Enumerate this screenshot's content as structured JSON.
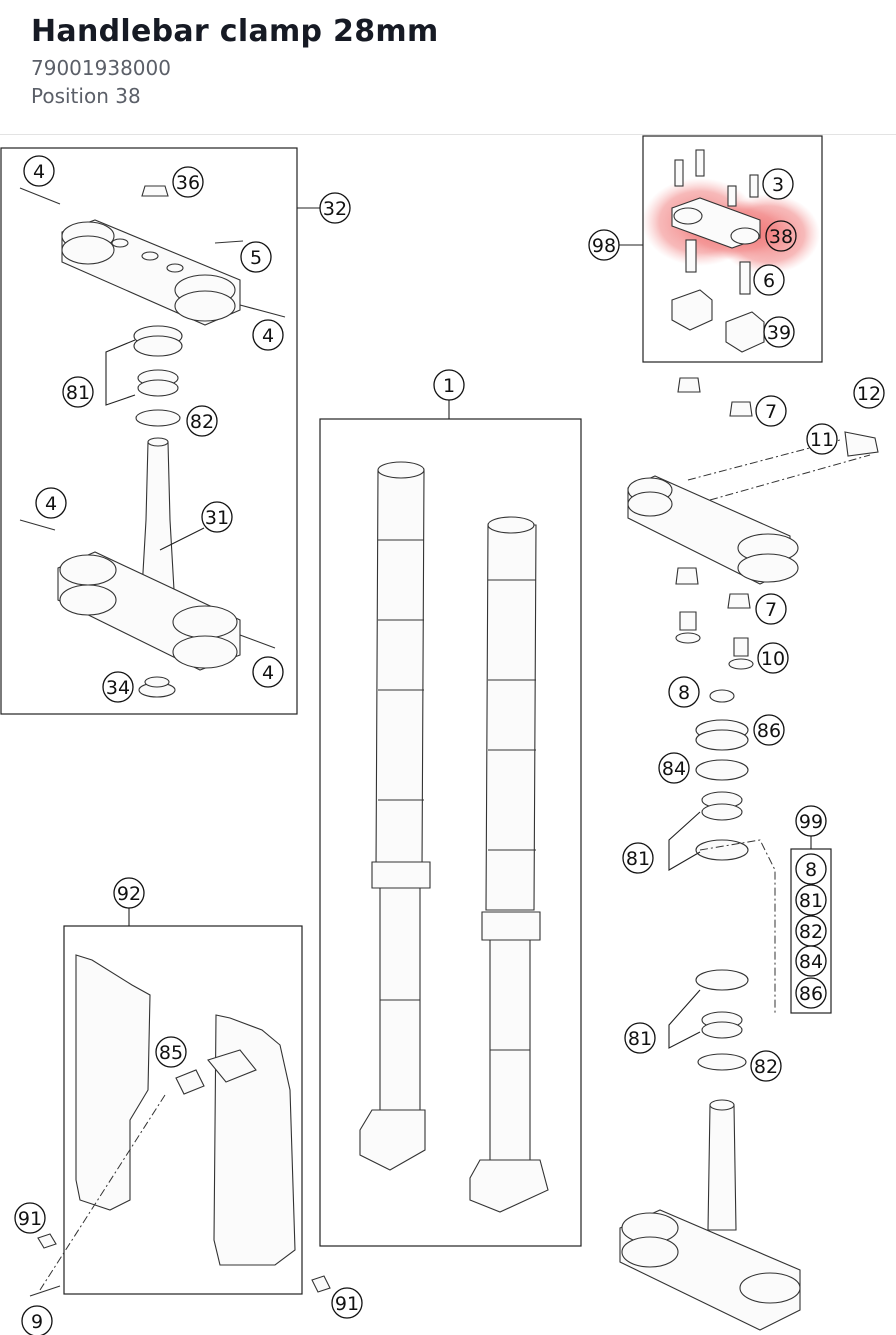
{
  "header": {
    "title": "Handlebar clamp 28mm",
    "part_number": "79001938000",
    "position": "Position 38"
  },
  "highlight": {
    "label": "38",
    "color": "#f28b8b"
  },
  "callouts": [
    "4",
    "36",
    "32",
    "5",
    "4",
    "81",
    "82",
    "4",
    "31",
    "4",
    "34",
    "1",
    "98",
    "3",
    "38",
    "6",
    "39",
    "7",
    "12",
    "11",
    "7",
    "10",
    "8",
    "86",
    "84",
    "81",
    "99",
    "8",
    "81",
    "82",
    "84",
    "86",
    "81",
    "82",
    "92",
    "85",
    "91",
    "9",
    "91"
  ]
}
